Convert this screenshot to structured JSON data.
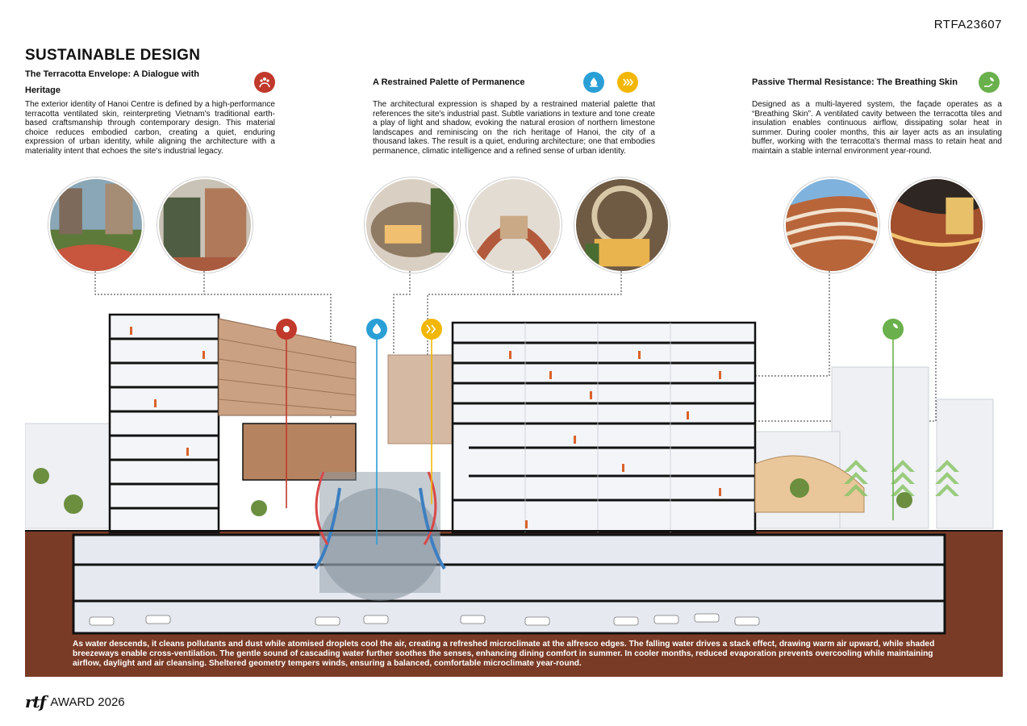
{
  "code": "RTFA23607",
  "title": "SUSTAINABLE DESIGN",
  "columns": [
    {
      "heading": "The Terracotta Envelope: A Dialogue with Heritage",
      "text": "The exterior identity of Hanoi Centre is defined by a high-performance terracotta ventilated skin, reinterpreting Vietnam's traditional earth-based craftsmanship through contemporary design. This material choice reduces embodied carbon, creating a quiet, enduring expression of urban identity, while aligning the architecture with a materiality intent that echoes the site's industrial legacy.",
      "icons": [
        "people-hands-icon"
      ]
    },
    {
      "heading": "A Restrained Palette of Permanence",
      "text": "The architectural expression is shaped by a restrained material palette that references the site's industrial past. Subtle variations in texture and tone create a play of light and shadow, evoking the natural erosion of northern limestone landscapes and reminiscing on the rich heritage of Hanoi, the city of a thousand lakes. The result is a quiet, enduring architecture; one that embodies permanence, climatic intelligence and a refined sense of urban identity.",
      "icons": [
        "water-drop-icon",
        "air-flow-icon"
      ]
    },
    {
      "heading": "Passive Thermal Resistance: The Breathing Skin",
      "text": "Designed as a multi-layered system, the façade operates as a “Breathing Skin”. A ventilated cavity between the terracotta tiles and insulation enables continuous airflow, dissipating solar heat in summer. During cooler months, this air layer acts as an insulating buffer, working with the terracotta's thermal mass to retain heat and maintain a stable internal environment year-round.",
      "icons": [
        "leaf-hand-icon"
      ]
    }
  ],
  "colors": {
    "terracotta": "#c0392b",
    "water": "#2a9fd6",
    "air": "#f2b705",
    "green": "#6ab04c",
    "soil": "#7a3b26"
  },
  "caption": "As water descends, it cleans pollutants and dust while atomised droplets cool the air, creating a refreshed microclimate at the alfresco edges. The falling water drives a stack effect, drawing warm air upward, while shaded breezeways enable cross-ventilation. The gentle sound of cascading water further soothes the senses, enhancing dining comfort in summer. In cooler months, reduced evaporation prevents overcooling while maintaining airflow, daylight and air cleansing. Sheltered geometry tempers winds, ensuring a balanced, comfortable microclimate year-round.",
  "footer": {
    "logo": "rtf",
    "award": "AWARD 2026"
  }
}
